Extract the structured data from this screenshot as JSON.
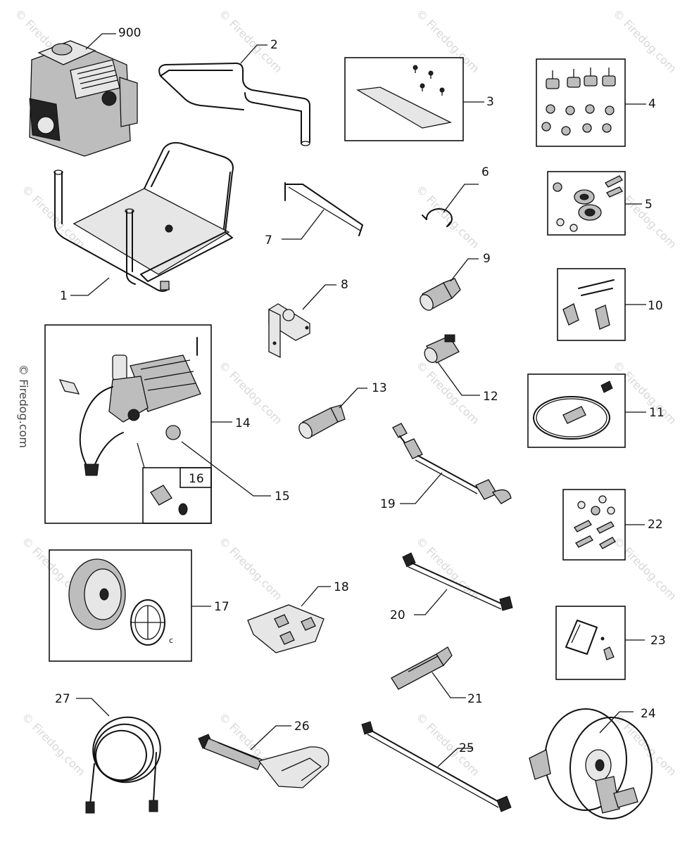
{
  "watermark": {
    "text": "© Firedog.com"
  },
  "parts": [
    {
      "label": "900",
      "name": "engine"
    },
    {
      "label": "2",
      "name": "upper-handle"
    },
    {
      "label": "3",
      "name": "panel-kit"
    },
    {
      "label": "4",
      "name": "vibration-mounts-kit"
    },
    {
      "label": "1",
      "name": "frame"
    },
    {
      "label": "7",
      "name": "rod"
    },
    {
      "label": "6",
      "name": "retaining-ring"
    },
    {
      "label": "5",
      "name": "bearing-kit"
    },
    {
      "label": "9",
      "name": "fitting"
    },
    {
      "label": "8",
      "name": "bracket"
    },
    {
      "label": "10",
      "name": "knob-bolt-kit"
    },
    {
      "label": "14",
      "name": "pump-assembly"
    },
    {
      "label": "16",
      "name": "inlet-kit"
    },
    {
      "label": "13",
      "name": "inlet-coupler"
    },
    {
      "label": "12",
      "name": "unloader-valve"
    },
    {
      "label": "11",
      "name": "o-ring-kit"
    },
    {
      "label": "15",
      "name": "outlet-fitting"
    },
    {
      "label": "19",
      "name": "high-pressure-hose-short"
    },
    {
      "label": "22",
      "name": "hardware-kit"
    },
    {
      "label": "17",
      "name": "wheel-kit"
    },
    {
      "label": "18",
      "name": "nozzle-kit"
    },
    {
      "label": "20",
      "name": "extension-wand"
    },
    {
      "label": "23",
      "name": "hose-guide-kit"
    },
    {
      "label": "21",
      "name": "nozzle"
    },
    {
      "label": "27",
      "name": "high-pressure-hose"
    },
    {
      "label": "26",
      "name": "spray-gun"
    },
    {
      "label": "25",
      "name": "lance"
    },
    {
      "label": "24",
      "name": "hose-reel"
    }
  ]
}
